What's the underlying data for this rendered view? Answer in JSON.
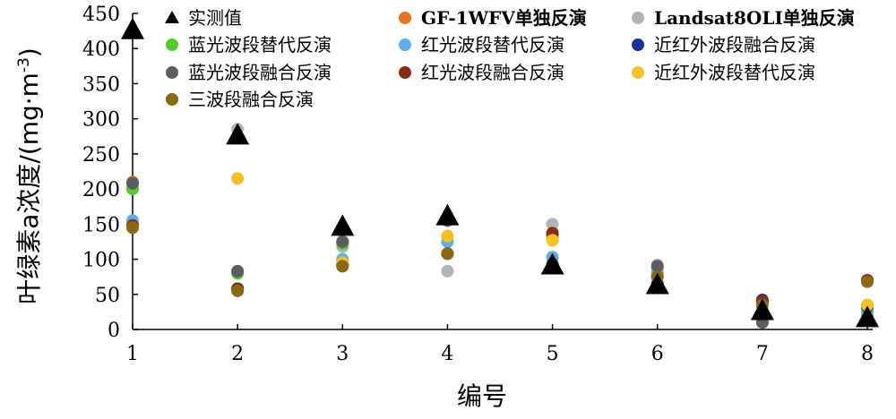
{
  "chart_data": {
    "type": "scatter",
    "xlabel": "编号",
    "ylabel": "叶绿素a浓度/(mg·m",
    "ylabel_sup": "-3",
    "ylabel_close": ")",
    "xlim": [
      1,
      8
    ],
    "ylim": [
      0,
      450
    ],
    "x_ticks": [
      1,
      2,
      3,
      4,
      5,
      6,
      7,
      8
    ],
    "y_ticks": [
      0,
      50,
      100,
      150,
      200,
      250,
      300,
      350,
      400,
      450
    ],
    "grid": false,
    "x": [
      1,
      2,
      3,
      4,
      5,
      6,
      7,
      8
    ],
    "series": [
      {
        "name": "实测值",
        "marker": "triangle",
        "color": "#000000",
        "values": [
          425,
          275,
          145,
          160,
          90,
          62,
          25,
          15
        ]
      },
      {
        "name": "GF-1WFV单独反演",
        "marker": "circle",
        "color": "#f07020",
        "values": [
          210,
          80,
          125,
          158,
          135,
          80,
          40,
          70
        ]
      },
      {
        "name": "Landsat8OLI单独反演",
        "marker": "circle",
        "color": "#b3b3b3",
        "values": [
          208,
          285,
          118,
          83,
          150,
          92,
          10,
          20
        ]
      },
      {
        "name": "蓝光波段替代反演",
        "marker": "circle",
        "color": "#55cc22",
        "values": [
          200,
          80,
          122,
          155,
          130,
          88,
          38,
          30
        ]
      },
      {
        "name": "红光波段替代反演",
        "marker": "circle",
        "color": "#5aaef0",
        "values": [
          155,
          58,
          100,
          125,
          103,
          80,
          15,
          25
        ]
      },
      {
        "name": "近红外波段融合反演",
        "marker": "circle",
        "color": "#1a30a0",
        "values": [
          148,
          58,
          92,
          108,
          93,
          65,
          42,
          70
        ]
      },
      {
        "name": "蓝光波段融合反演",
        "marker": "circle",
        "color": "#5a5e60",
        "values": [
          208,
          83,
          125,
          155,
          137,
          90,
          10,
          32
        ]
      },
      {
        "name": "红光波段融合反演",
        "marker": "circle",
        "color": "#8a2c10",
        "values": [
          148,
          58,
          93,
          108,
          137,
          75,
          40,
          70
        ]
      },
      {
        "name": "近红外波段替代反演",
        "marker": "circle",
        "color": "#f5c020",
        "values": [
          422,
          215,
          95,
          133,
          127,
          62,
          30,
          35
        ]
      },
      {
        "name": "三波段融合反演",
        "marker": "circle",
        "color": "#8a6a10",
        "values": [
          145,
          55,
          90,
          108,
          92,
          75,
          35,
          68
        ]
      }
    ],
    "legend_position": "top"
  }
}
